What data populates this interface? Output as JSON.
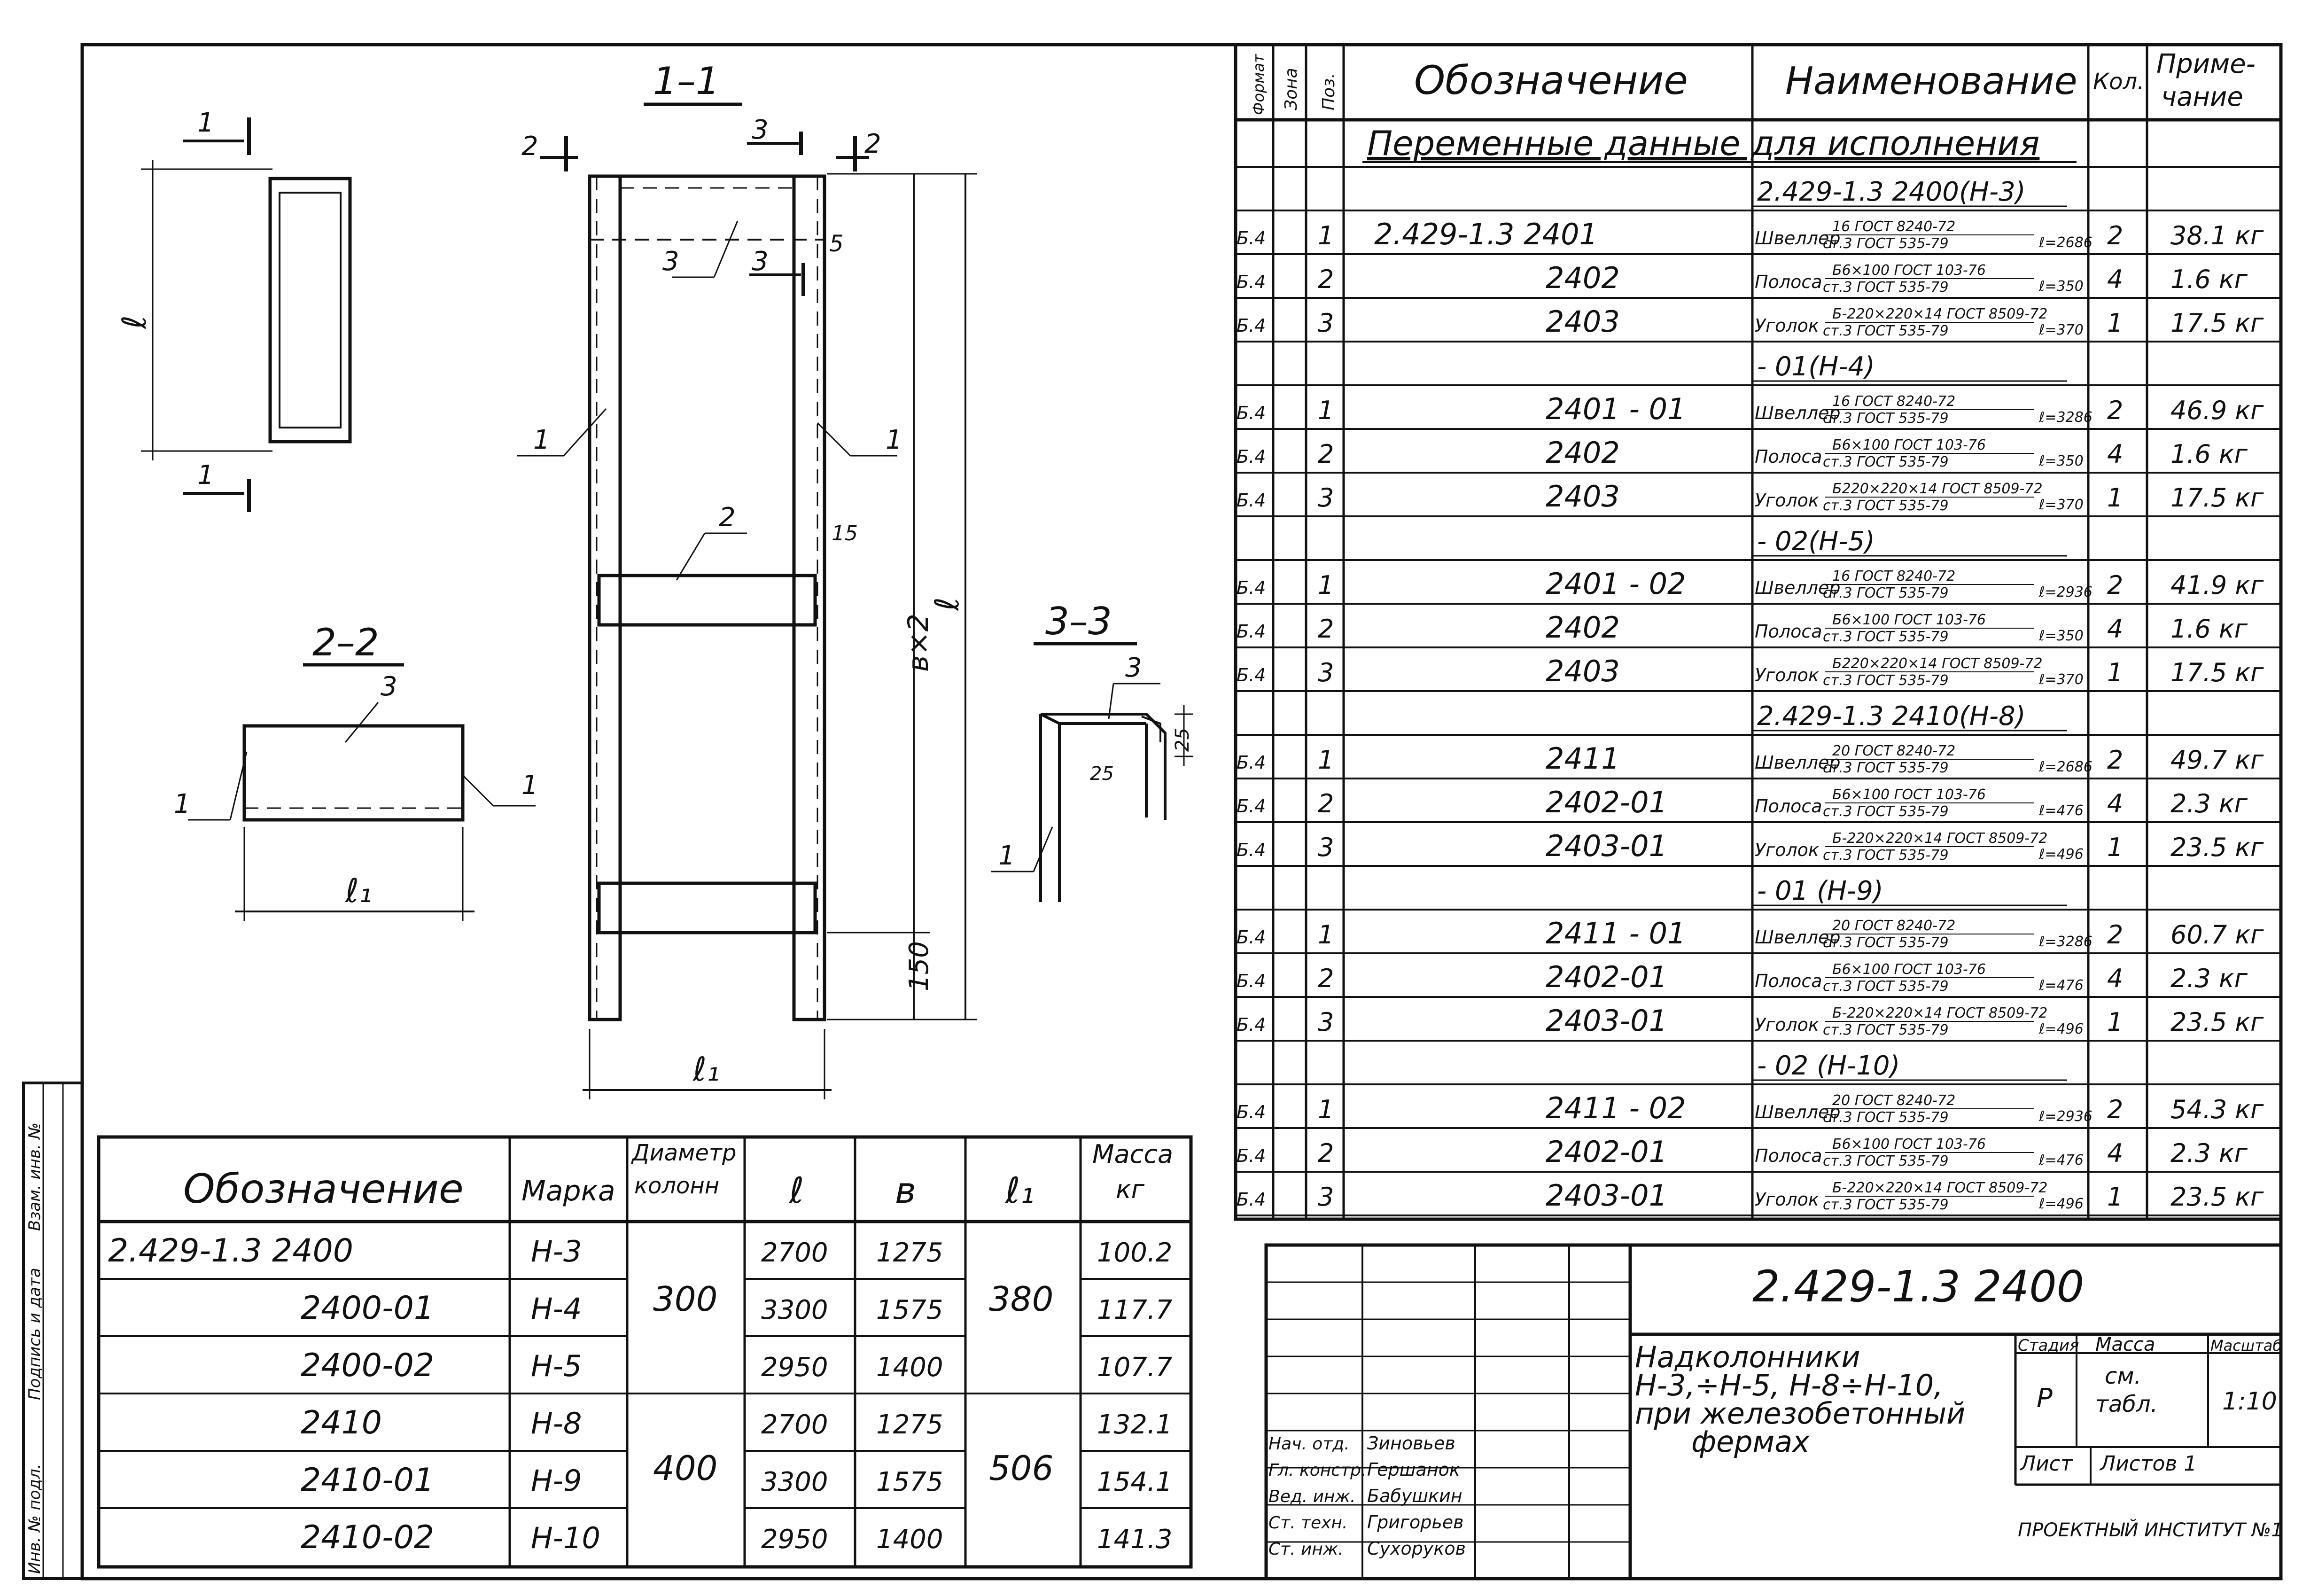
{
  "drawing": {
    "section_1_1": {
      "title": "1–1",
      "cut_mark_2": "2",
      "cut_mark_3": "3",
      "cut_3_lower": "3",
      "cut_5": "5",
      "pos_3": "3",
      "pos_1_left": "1",
      "pos_1_right": "1",
      "pos_2": "2",
      "dim_15": "15",
      "dim_bx2": "в×2",
      "dim_l": "ℓ",
      "dim_150": "150",
      "dim_l1": "ℓ₁"
    },
    "section_1_side": {
      "cut_top": "1",
      "cut_bottom": "1",
      "dim_l": "ℓ"
    },
    "section_2_2": {
      "title": "2–2",
      "pos_3": "3",
      "pos_1_left": "1",
      "pos_1_right": "1",
      "dim_l1": "ℓ₁"
    },
    "section_3_3": {
      "title": "3–3",
      "pos_3": "3",
      "pos_1": "1",
      "dim_25a": "25",
      "dim_25b": "25"
    }
  },
  "spec": {
    "headers": {
      "format": "Формат",
      "zone": "Зона",
      "pos": "Поз.",
      "designation": "Обозначение",
      "name": "Наименование",
      "qty": "Кол.",
      "note_l1": "Приме-",
      "note_l2": "чание"
    },
    "subtitle": "Переменные данные для исполнения",
    "rows": [
      {
        "type": "group",
        "text": "2.429-1.3 2400(Н-3)"
      },
      {
        "f": "Б.4",
        "p": "1",
        "des": "2.429-1.3  2401",
        "nm_a": "Швеллер",
        "nm_top": "16 ГОСТ 8240-72",
        "nm_bot": "ст.3 ГОСТ 535-79",
        "nm_l": "ℓ=2686",
        "q": "2",
        "m": "38.1 кг"
      },
      {
        "f": "Б.4",
        "p": "2",
        "des": "2402",
        "nm_a": "Полоса",
        "nm_top": "Б6×100 ГОСТ 103-76",
        "nm_bot": "ст.3 ГОСТ 535-79",
        "nm_l": "ℓ=350",
        "q": "4",
        "m": "1.6 кг"
      },
      {
        "f": "Б.4",
        "p": "3",
        "des": "2403",
        "nm_a": "Уголок",
        "nm_top": "Б-220×220×14 ГОСТ 8509-72",
        "nm_bot": "ст.3 ГОСТ 535-79",
        "nm_l": "ℓ=370",
        "q": "1",
        "m": "17.5 кг"
      },
      {
        "type": "group",
        "text": "- 01(Н-4)"
      },
      {
        "f": "Б.4",
        "p": "1",
        "des": "2401 - 01",
        "nm_a": "Швеллер",
        "nm_top": "16 ГОСТ 8240-72",
        "nm_bot": "ст.3 ГОСТ 535-79",
        "nm_l": "ℓ=3286",
        "q": "2",
        "m": "46.9 кг"
      },
      {
        "f": "Б.4",
        "p": "2",
        "des": "2402",
        "nm_a": "Полоса",
        "nm_top": "Б6×100 ГОСТ 103-76",
        "nm_bot": "ст.3 ГОСТ 535-79",
        "nm_l": "ℓ=350",
        "q": "4",
        "m": "1.6 кг"
      },
      {
        "f": "Б.4",
        "p": "3",
        "des": "2403",
        "nm_a": "Уголок",
        "nm_top": "Б220×220×14 ГОСТ 8509-72",
        "nm_bot": "ст.3 ГОСТ 535-79",
        "nm_l": "ℓ=370",
        "q": "1",
        "m": "17.5 кг"
      },
      {
        "type": "group",
        "text": "- 02(Н-5)"
      },
      {
        "f": "Б.4",
        "p": "1",
        "des": "2401 - 02",
        "nm_a": "Швеллер",
        "nm_top": "16 ГОСТ 8240-72",
        "nm_bot": "ст.3 ГОСТ 535-79",
        "nm_l": "ℓ=2936",
        "q": "2",
        "m": "41.9 кг"
      },
      {
        "f": "Б.4",
        "p": "2",
        "des": "2402",
        "nm_a": "Полоса",
        "nm_top": "Б6×100 ГОСТ 103-76",
        "nm_bot": "ст.3 ГОСТ 535-79",
        "nm_l": "ℓ=350",
        "q": "4",
        "m": "1.6 кг"
      },
      {
        "f": "Б.4",
        "p": "3",
        "des": "2403",
        "nm_a": "Уголок",
        "nm_top": "Б220×220×14 ГОСТ 8509-72",
        "nm_bot": "ст.3 ГОСТ 535-79",
        "nm_l": "ℓ=370",
        "q": "1",
        "m": "17.5 кг"
      },
      {
        "type": "group",
        "text": "2.429-1.3 2410(Н-8)"
      },
      {
        "f": "Б.4",
        "p": "1",
        "des": "2411",
        "nm_a": "Швеллер",
        "nm_top": "20 ГОСТ 8240-72",
        "nm_bot": "ст.3 ГОСТ 535-79",
        "nm_l": "ℓ=2686",
        "q": "2",
        "m": "49.7 кг"
      },
      {
        "f": "Б.4",
        "p": "2",
        "des": "2402-01",
        "nm_a": "Полоса",
        "nm_top": "Б6×100 ГОСТ 103-76",
        "nm_bot": "ст.3 ГОСТ 535-79",
        "nm_l": "ℓ=476",
        "q": "4",
        "m": "2.3 кг"
      },
      {
        "f": "Б.4",
        "p": "3",
        "des": "2403-01",
        "nm_a": "Уголок",
        "nm_top": "Б-220×220×14 ГОСТ 8509-72",
        "nm_bot": "ст.3 ГОСТ 535-79",
        "nm_l": "ℓ=496",
        "q": "1",
        "m": "23.5 кг"
      },
      {
        "type": "group",
        "text": "- 01 (Н-9)"
      },
      {
        "f": "Б.4",
        "p": "1",
        "des": "2411 - 01",
        "nm_a": "Швеллер",
        "nm_top": "20 ГОСТ 8240-72",
        "nm_bot": "ст.3 ГОСТ 535-79",
        "nm_l": "ℓ=3286",
        "q": "2",
        "m": "60.7 кг"
      },
      {
        "f": "Б.4",
        "p": "2",
        "des": "2402-01",
        "nm_a": "Полоса",
        "nm_top": "Б6×100 ГОСТ 103-76",
        "nm_bot": "ст.3 ГОСТ 535-79",
        "nm_l": "ℓ=476",
        "q": "4",
        "m": "2.3 кг"
      },
      {
        "f": "Б.4",
        "p": "3",
        "des": "2403-01",
        "nm_a": "Уголок",
        "nm_top": "Б-220×220×14 ГОСТ 8509-72",
        "nm_bot": "ст.3 ГОСТ 535-79",
        "nm_l": "ℓ=496",
        "q": "1",
        "m": "23.5 кг"
      },
      {
        "type": "group",
        "text": "- 02 (Н-10)"
      },
      {
        "f": "Б.4",
        "p": "1",
        "des": "2411 - 02",
        "nm_a": "Швеллер",
        "nm_top": "20 ГОСТ 8240-72",
        "nm_bot": "ст.3 ГОСТ 535-79",
        "nm_l": "ℓ=2936",
        "q": "2",
        "m": "54.3 кг"
      },
      {
        "f": "Б.4",
        "p": "2",
        "des": "2402-01",
        "nm_a": "Полоса",
        "nm_top": "Б6×100 ГОСТ 103-76",
        "nm_bot": "ст.3 ГОСТ 535-79",
        "nm_l": "ℓ=476",
        "q": "4",
        "m": "2.3 кг"
      },
      {
        "f": "Б.4",
        "p": "3",
        "des": "2403-01",
        "nm_a": "Уголок",
        "nm_top": "Б-220×220×14 ГОСТ 8509-72",
        "nm_bot": "ст.3 ГОСТ 535-79",
        "nm_l": "ℓ=496",
        "q": "1",
        "m": "23.5 кг"
      }
    ]
  },
  "variants": {
    "headers": {
      "designation": "Обозначение",
      "mark": "Марка",
      "diam_l1": "Диаметр",
      "diam_l2": "колонн",
      "l": "ℓ",
      "b": "в",
      "l1": "ℓ₁",
      "mass_l1": "Масса",
      "mass_l2": "кг"
    },
    "rows": [
      {
        "des": "2.429-1.3  2400",
        "mark": "Н-3",
        "l": "2700",
        "b": "1275",
        "mass": "100.2"
      },
      {
        "des": "2400-01",
        "mark": "Н-4",
        "l": "3300",
        "b": "1575",
        "mass": "117.7"
      },
      {
        "des": "2400-02",
        "mark": "Н-5",
        "l": "2950",
        "b": "1400",
        "mass": "107.7"
      },
      {
        "des": "2410",
        "mark": "Н-8",
        "l": "2700",
        "b": "1275",
        "mass": "132.1"
      },
      {
        "des": "2410-01",
        "mark": "Н-9",
        "l": "3300",
        "b": "1575",
        "mass": "154.1"
      },
      {
        "des": "2410-02",
        "mark": "Н-10",
        "l": "2950",
        "b": "1400",
        "mass": "141.3"
      }
    ],
    "diam_300": "300",
    "diam_400": "400",
    "l1_380": "380",
    "l1_506": "506"
  },
  "side_stamp": {
    "c1": "Инв. № подл.",
    "c2": "Подпись и дата",
    "c3": "Взам. инв. №"
  },
  "title_block": {
    "code": "2.429-1.3  2400",
    "title_l1": "Надколонники",
    "title_l2": "Н-3,÷Н-5, Н-8÷Н-10,",
    "title_l3": "при железобетонный",
    "title_l4": "фермах",
    "stage_h": "Стадия",
    "mass_h": "Масса",
    "scale_h": "Масштаб",
    "stage": "Р",
    "mass_l1": "см.",
    "mass_l2": "табл.",
    "scale": "1:10",
    "sheet": "Лист",
    "sheets": "Листов 1",
    "org": "ПРОЕКТНЫЙ ИНСТИТУТ №1",
    "people": [
      {
        "role": "Нач. отд.",
        "name": "Зиновьев"
      },
      {
        "role": "Гл. констр.",
        "name": "Гершанок"
      },
      {
        "role": "Вед. инж.",
        "name": "Бабушкин"
      },
      {
        "role": "Ст. техн.",
        "name": "Григорьев"
      },
      {
        "role": "Ст. инж.",
        "name": "Сухоруков"
      }
    ]
  }
}
